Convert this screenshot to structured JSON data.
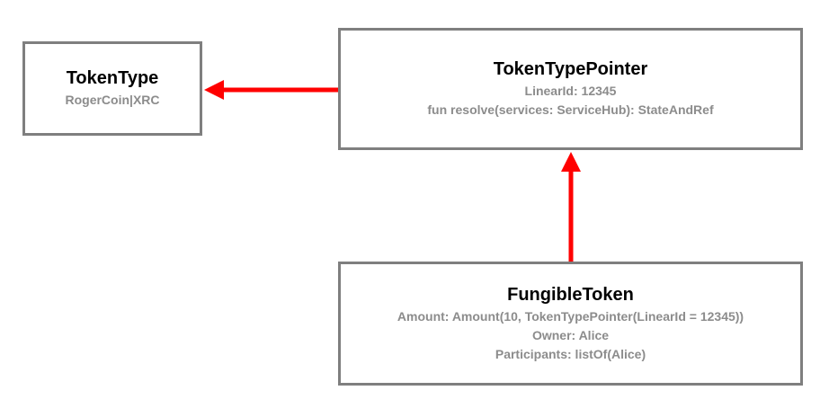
{
  "nodes": {
    "token_type": {
      "title": "TokenType",
      "lines": [
        "RogerCoin|XRC"
      ]
    },
    "token_type_pointer": {
      "title": "TokenTypePointer",
      "lines": [
        "LinearId: 12345",
        "fun resolve(services: ServiceHub): StateAndRef"
      ]
    },
    "fungible_token": {
      "title": "FungibleToken",
      "lines": [
        "Amount: Amount(10, TokenTypePointer(LinearId = 12345))",
        "Owner: Alice",
        "Participants: listOf(Alice)"
      ]
    }
  },
  "edges": [
    {
      "from": "token_type_pointer",
      "to": "token_type"
    },
    {
      "from": "fungible_token",
      "to": "token_type_pointer"
    }
  ],
  "colors": {
    "arrow": "#ff0000",
    "box_border": "#7f7f7f",
    "title_text": "#000000",
    "body_text": "#8c8c8c"
  }
}
